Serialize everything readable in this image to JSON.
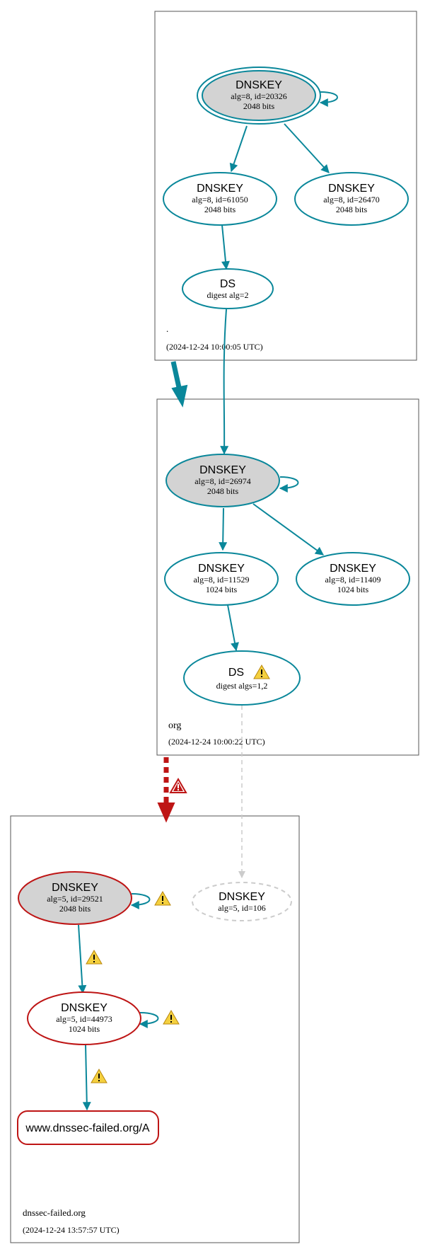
{
  "zones": [
    {
      "name": ".",
      "timestamp": "(2024-12-24 10:00:05 UTC)"
    },
    {
      "name": "org",
      "timestamp": "(2024-12-24 10:00:22 UTC)"
    },
    {
      "name": "dnssec-failed.org",
      "timestamp": "(2024-12-24 13:57:57 UTC)"
    }
  ],
  "nodes": {
    "root_ksk": {
      "title": "DNSKEY",
      "line1": "alg=8, id=20326",
      "line2": "2048 bits"
    },
    "root_zsk1": {
      "title": "DNSKEY",
      "line1": "alg=8, id=61050",
      "line2": "2048 bits"
    },
    "root_zsk2": {
      "title": "DNSKEY",
      "line1": "alg=8, id=26470",
      "line2": "2048 bits"
    },
    "root_ds": {
      "title": "DS",
      "line1": "digest alg=2"
    },
    "org_ksk": {
      "title": "DNSKEY",
      "line1": "alg=8, id=26974",
      "line2": "2048 bits"
    },
    "org_zsk1": {
      "title": "DNSKEY",
      "line1": "alg=8, id=11529",
      "line2": "1024 bits"
    },
    "org_zsk2": {
      "title": "DNSKEY",
      "line1": "alg=8, id=11409",
      "line2": "1024 bits"
    },
    "org_ds": {
      "title": "DS",
      "line1": "digest algs=1,2"
    },
    "df_ksk": {
      "title": "DNSKEY",
      "line1": "alg=5, id=29521",
      "line2": "2048 bits"
    },
    "df_missing": {
      "title": "DNSKEY",
      "line1": "alg=5, id=106"
    },
    "df_zsk": {
      "title": "DNSKEY",
      "line1": "alg=5, id=44973",
      "line2": "1024 bits"
    },
    "df_rrset": {
      "title": "www.dnssec-failed.org/A"
    }
  },
  "colors": {
    "secure": "#0a879a",
    "bogus": "#be1515",
    "missing": "#cccccc",
    "ksk_fill": "#d3d3d3",
    "warning": "#f4d03f"
  }
}
